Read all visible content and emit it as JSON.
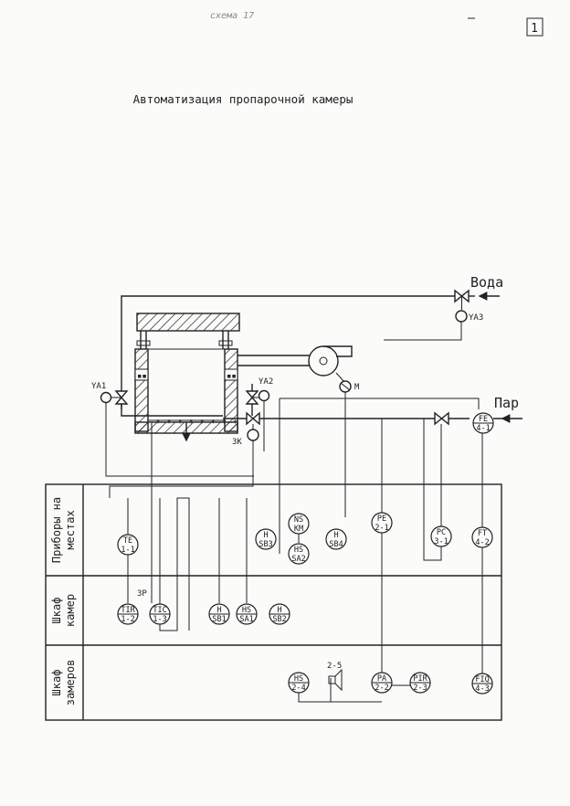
{
  "header": {
    "scribble": "схема 17",
    "page_number": "1",
    "title": "Автоматизация пропарочной камеры"
  },
  "streams": {
    "water": "Вода",
    "steam": "Пар"
  },
  "tags": {
    "ya1": "YA1",
    "ya2": "YA2",
    "ya3": "YA3",
    "valve_3k": "3K",
    "motor_m": "M",
    "relay_3r": "3P",
    "siren": "2-5"
  },
  "rows": [
    {
      "line1": "Приборы на",
      "line2": "местах"
    },
    {
      "line1": "Шкаф",
      "line2": "камер"
    },
    {
      "line1": "Шкаф",
      "line2": "замеров"
    }
  ],
  "instruments": {
    "fe": {
      "top": "FE",
      "bottom": "4-1"
    },
    "te": {
      "top": "TE",
      "bottom": "1-1"
    },
    "nskm": {
      "top": "NS",
      "bottom": "KM"
    },
    "hsb3": {
      "top": "H",
      "bottom": "SB3"
    },
    "hsb4": {
      "top": "H",
      "bottom": "SB4"
    },
    "hssa2": {
      "top": "HS",
      "bottom": "SA2"
    },
    "pe": {
      "top": "PE",
      "bottom": "2-1"
    },
    "pc": {
      "top": "PC",
      "bottom": "3-1"
    },
    "ft": {
      "top": "FT",
      "bottom": "4-2"
    },
    "tir": {
      "top": "TIR",
      "bottom": "1-2"
    },
    "tic": {
      "top": "TIC",
      "bottom": "1-3"
    },
    "hsb1": {
      "top": "H",
      "bottom": "SB1"
    },
    "hssa1": {
      "top": "HS",
      "bottom": "SA1"
    },
    "hsb2": {
      "top": "H",
      "bottom": "SB2"
    },
    "hs24": {
      "top": "HS",
      "bottom": "2-4"
    },
    "pa": {
      "top": "PA",
      "bottom": "2-2"
    },
    "pir": {
      "top": "PIR",
      "bottom": "2-3"
    },
    "fiq": {
      "top": "FIQ",
      "bottom": "4-3"
    }
  }
}
